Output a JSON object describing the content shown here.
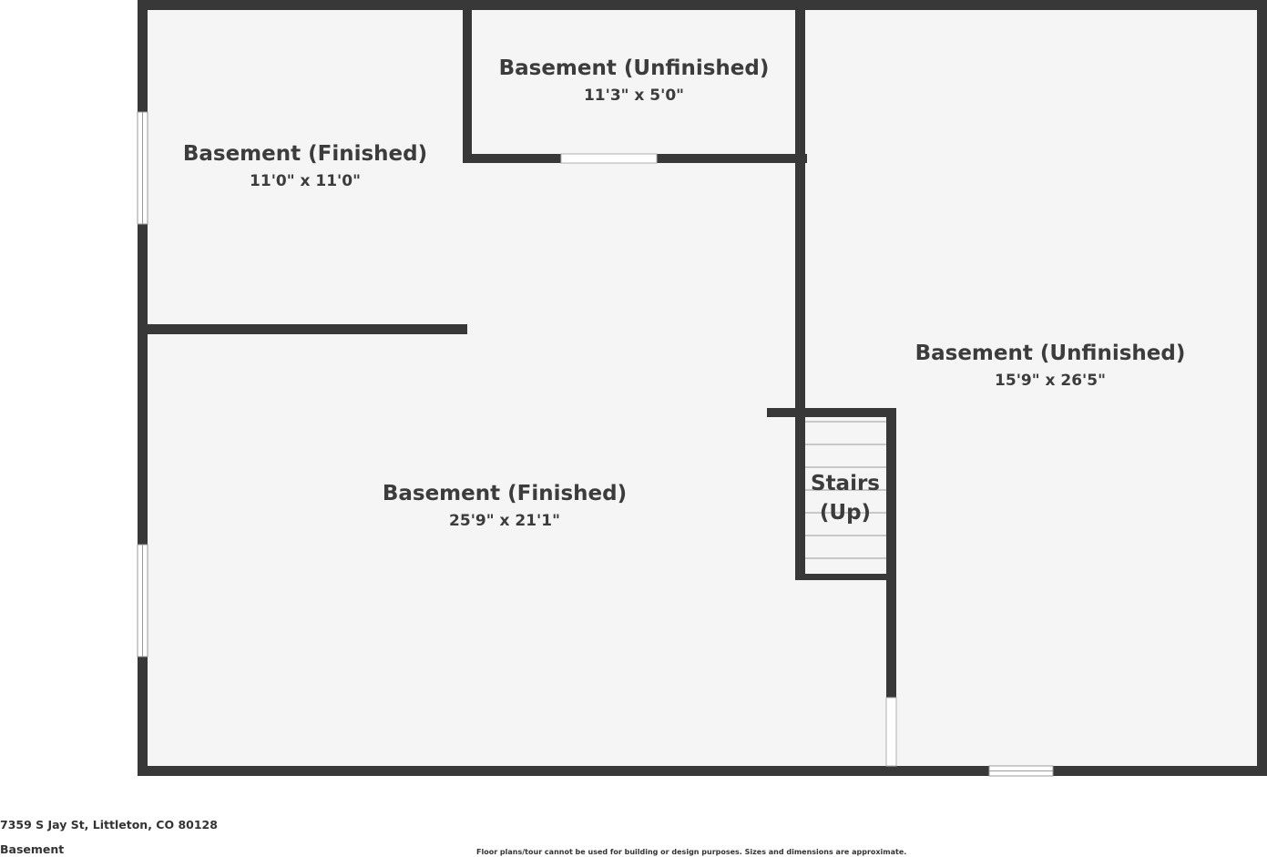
{
  "rooms": {
    "finished_small": {
      "name": "Basement (Finished)",
      "dims": "11'0\" x 11'0\""
    },
    "unfinished_small": {
      "name": "Basement (Unfinished)",
      "dims": "11'3\" x 5'0\""
    },
    "unfinished_large": {
      "name": "Basement (Unfinished)",
      "dims": "15'9\" x 26'5\""
    },
    "finished_large": {
      "name": "Basement (Finished)",
      "dims": "25'9\" x 21'1\""
    },
    "stairs": {
      "line1": "Stairs",
      "line2": "(Up)"
    }
  },
  "footer": {
    "address": "7359 S Jay St, Littleton, CO 80128",
    "floor": "Basement",
    "disclaimer": "Floor plans/tour cannot be used for building or design purposes. Sizes and dimensions are approximate."
  },
  "colors": {
    "wall": "#383838",
    "floor": "#f5f5f5",
    "window": "#ffffff",
    "label": "#3c3c3c"
  }
}
